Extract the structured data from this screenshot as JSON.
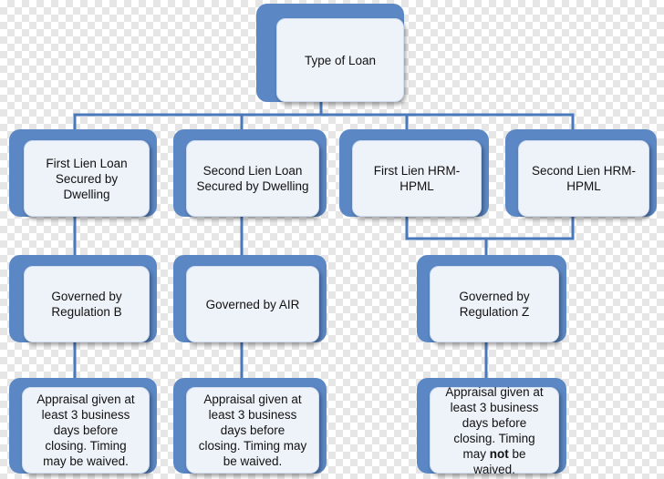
{
  "diagram": {
    "root": {
      "label": "Type of Loan"
    },
    "loan_types": [
      {
        "label": "First Lien Loan Secured by Dwelling"
      },
      {
        "label": "Second Lien Loan Secured by Dwelling"
      },
      {
        "label": "First Lien HRM-HPML"
      },
      {
        "label": "Second Lien HRM-HPML"
      }
    ],
    "governance": [
      {
        "label": "Governed by Regulation B"
      },
      {
        "label": "Governed by AIR"
      },
      {
        "label": "Governed by Regulation Z"
      }
    ],
    "timing": [
      {
        "prefix": "Appraisal given at least 3 business days before closing. Timing may ",
        "emphasis": "",
        "suffix": "be waived."
      },
      {
        "prefix": "Appraisal given at least 3 business days before closing. Timing may ",
        "emphasis": "",
        "suffix": "be waived."
      },
      {
        "prefix": "Appraisal given at least 3 business days before closing. Timing may ",
        "emphasis": "not",
        "suffix": " be waived."
      }
    ],
    "colors": {
      "connector": "#4a79bb",
      "box_back": "#5b87c4",
      "box_front": "#eef3fa"
    }
  }
}
